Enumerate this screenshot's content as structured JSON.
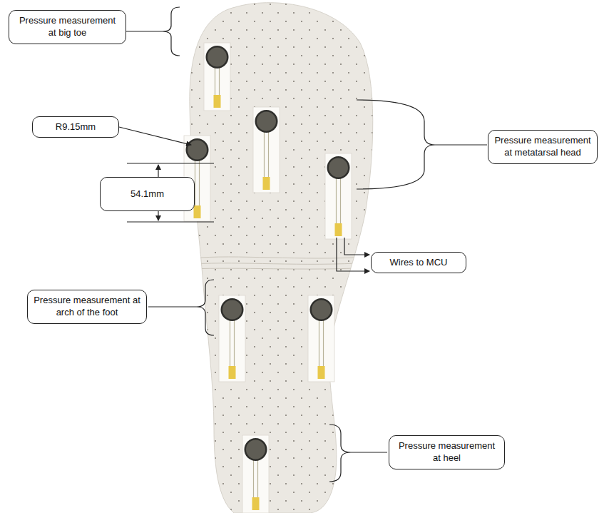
{
  "diagram": {
    "nodes": [
      {
        "text": [
          "Pressure measurement at big toe"
        ]
      },
      {
        "text": [
          "R9.15mm"
        ]
      },
      {
        "text": [
          "Pressure measurement at metatarsal head"
        ]
      },
      {
        "text": [
          "54.1mm"
        ]
      },
      {
        "text": [
          "Wires to MCU"
        ]
      },
      {
        "text": [
          "Pressure measurement at arch of the foot"
        ]
      },
      {
        "text": [
          "Pressure measurement at heel"
        ]
      }
    ]
  }
}
